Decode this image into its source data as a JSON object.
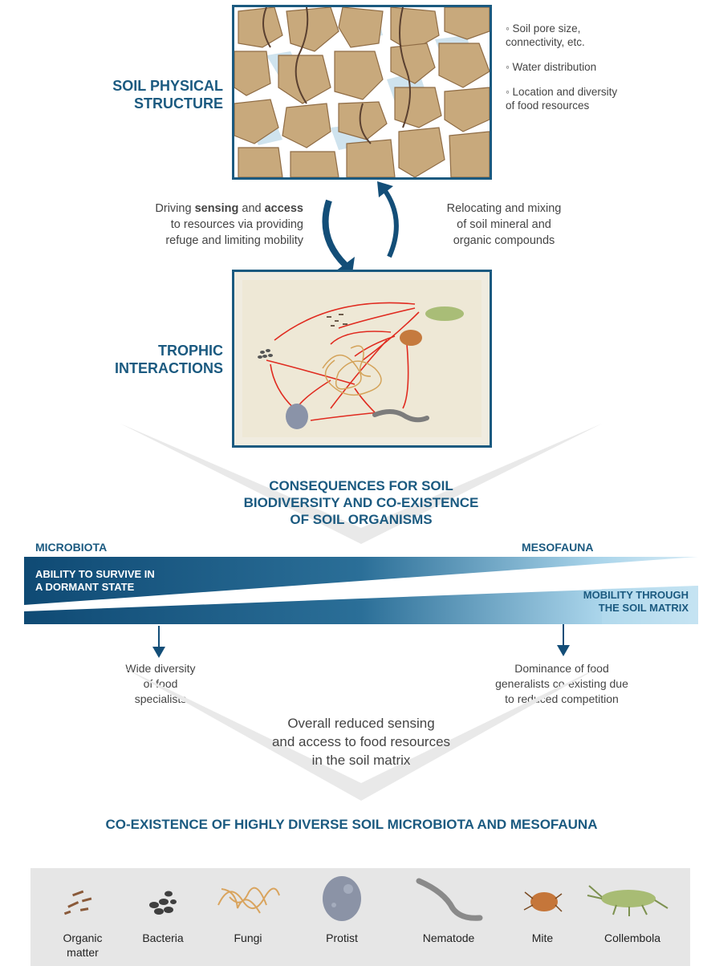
{
  "structure": {
    "heading": [
      "SOIL PHYSICAL",
      "STRUCTURE"
    ],
    "bullets": [
      "Soil pore size,\nconnectivity, etc.",
      "Water distribution",
      "Location and diversity\nof food resources"
    ]
  },
  "arrows_text": {
    "left": "Driving sensing and access to resources via providing refuge and limiting mobility",
    "left_lines": [
      "Driving ",
      "sensing",
      " and ",
      "access",
      "to resources via providing",
      "refuge and limiting mobility"
    ],
    "right": [
      "Relocating and mixing",
      "of soil mineral and",
      "organic compounds"
    ]
  },
  "trophic": {
    "heading": [
      "TROPHIC",
      "INTERACTIONS"
    ]
  },
  "consequences": {
    "heading": [
      "CONSEQUENCES FOR SOIL",
      "BIODIVERSITY AND CO-EXISTENCE",
      "OF SOIL ORGANISMS"
    ]
  },
  "gradient": {
    "left_label": "MICROBIOTA",
    "right_label": "MESOFAUNA",
    "dormant": [
      "ABILITY TO SURVIVE IN",
      "A DORMANT STATE"
    ],
    "mobility": [
      "MOBILITY THROUGH",
      "THE SOIL MATRIX"
    ],
    "colors": {
      "dark": "#134e78",
      "light": "#b6dcee"
    }
  },
  "outcomes": {
    "left": [
      "Wide diversity",
      "of food",
      "specialists"
    ],
    "right": [
      "Dominance of food",
      "generalists co-existing due",
      "to reduced competition"
    ],
    "center": [
      "Overall reduced sensing",
      "and access to food resources",
      "in the soil matrix"
    ]
  },
  "conclusion": "CO-EXISTENCE OF HIGHLY DIVERSE SOIL MICROBIOTA AND MESOFAUNA",
  "legend": [
    {
      "label": "Organic\nmatter",
      "icon": "organic-matter-icon"
    },
    {
      "label": "Bacteria",
      "icon": "bacteria-icon"
    },
    {
      "label": "Fungi",
      "icon": "fungi-icon"
    },
    {
      "label": "Protist",
      "icon": "protist-icon"
    },
    {
      "label": "Nematode",
      "icon": "nematode-icon"
    },
    {
      "label": "Mite",
      "icon": "mite-icon"
    },
    {
      "label": "Collembola",
      "icon": "collembola-icon"
    }
  ]
}
